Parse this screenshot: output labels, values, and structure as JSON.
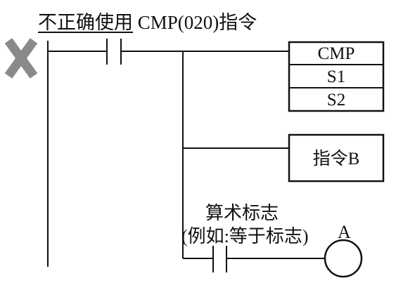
{
  "title": {
    "underlined": "不正确使用",
    "rest": " CMP(020)指令"
  },
  "instruction_box": {
    "rows": [
      "CMP",
      "S1",
      "S2"
    ]
  },
  "instruction_b": "指令B",
  "flag": {
    "line1": "算术标志",
    "line2": "(例如:等于标志)",
    "coil_label": "A"
  },
  "colors": {
    "line": "#111111",
    "cross": "#8a8a8a"
  },
  "icons": {
    "incorrect_mark": "x-mark-icon"
  }
}
